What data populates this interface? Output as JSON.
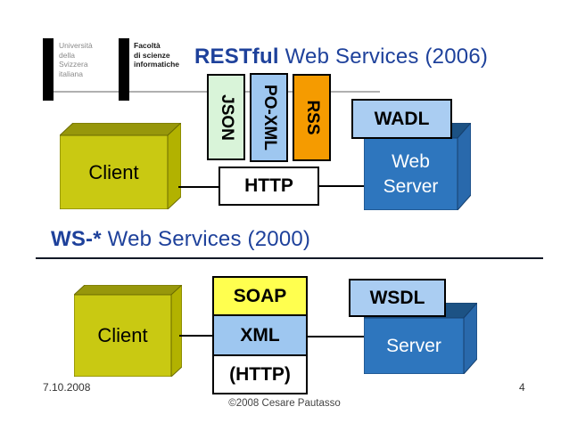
{
  "logo": {
    "university_lines": [
      "Università",
      "della",
      "Svizzera",
      "italiana"
    ],
    "faculty_lines": [
      "Facoltà",
      "di scienze",
      "informatiche"
    ]
  },
  "headings": {
    "rest_bold": "RESTful",
    "rest_rest": " Web Services (2006)",
    "ws_bold": "WS-*",
    "ws_rest": " Web Services (2000)"
  },
  "diagram_rest": {
    "client_label": "Client",
    "formats": [
      {
        "label": "JSON"
      },
      {
        "label": "PO-XML"
      },
      {
        "label": "RSS"
      }
    ],
    "http_label": "HTTP",
    "wadl_label": "WADL",
    "server_line1": "Web",
    "server_line2": "Server"
  },
  "diagram_ws": {
    "client_label": "Client",
    "stack": [
      "SOAP",
      "XML",
      "(HTTP)"
    ],
    "wsdl_label": "WSDL",
    "server_label": "Server"
  },
  "footer": {
    "date": "7.10.2008",
    "copyright": "©2008 Cesare Pautasso",
    "page_number": "4"
  },
  "colors": {
    "heading_blue": "#1e419b",
    "client_front": "#c9c912",
    "client_top": "#97970b",
    "client_side": "#b2b200",
    "server_front": "#2e76be",
    "server_top": "#1c5284",
    "server_side": "#2969ac",
    "json_green": "#d9f4d9",
    "xml_blue": "#9ec7f0",
    "rss_orange": "#f59b00",
    "soap_yellow": "#ffff4f",
    "wadl_blue": "#aacdf2"
  }
}
